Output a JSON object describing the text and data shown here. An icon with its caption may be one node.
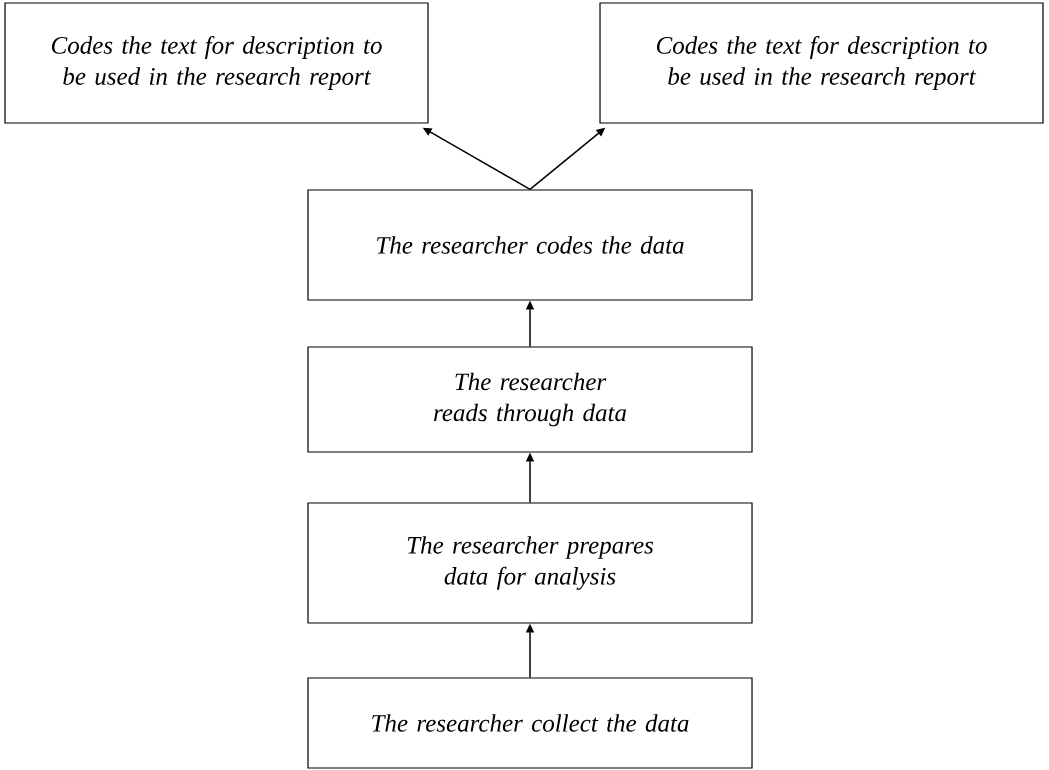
{
  "diagram": {
    "nodes": [
      {
        "text": [
          "Codes the text for description to be used in the research report"
        ]
      },
      {
        "text": [
          "Codes the text for description to be used in the research report"
        ]
      },
      {
        "text": [
          "The researcher codes the data"
        ]
      },
      {
        "text": [
          "The researcher reads through data"
        ]
      },
      {
        "text": [
          "The researcher prepares data for analysis"
        ]
      },
      {
        "text": [
          "The researcher collect the data"
        ]
      }
    ],
    "edges": [
      {
        "from": 5,
        "to": 4,
        "arrow": "to"
      },
      {
        "from": 4,
        "to": 3,
        "arrow": "to"
      },
      {
        "from": 3,
        "to": 2,
        "arrow": "to"
      },
      {
        "from": 2,
        "to": 0,
        "arrow": "to"
      },
      {
        "from": 2,
        "to": 1,
        "arrow": "to"
      }
    ]
  }
}
